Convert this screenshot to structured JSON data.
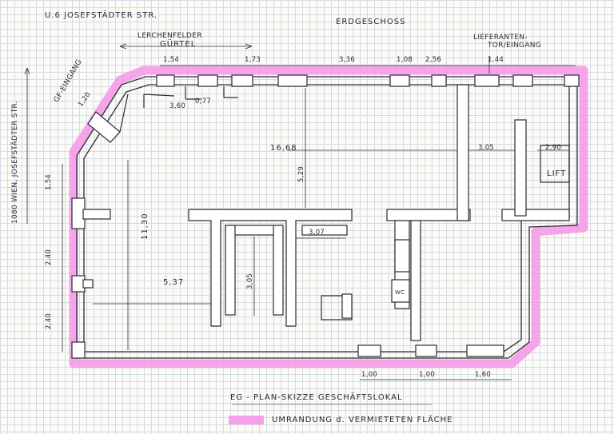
{
  "texts": {
    "street_top_left": "U.6 JOSEFSTÄDTER STR.",
    "street_lerchenfelder": "LERCHENFELDER",
    "street_guertel": "GÜRTEL",
    "floor_title": "ERDGESCHOSS",
    "lieferanten_line1": "LIEFERANTEN-",
    "lieferanten_line2": "TOR/EINGANG",
    "gf_eingang": "GF-EINGANG",
    "street_left": "1080 WIEN, JOSEFSTÄDTER STR.",
    "lift": "LIFT",
    "wc": "WC",
    "caption_title": "EG - PLAN-SKIZZE GESCHÄFTSLOKAL",
    "legend_label": "UMRANDUNG d. VERMIETETEN FLÄCHE"
  },
  "dimensions": {
    "top_1_54": "1,54",
    "top_1_73": "1,73",
    "top_3_36": "3,36",
    "top_1_08": "1,08",
    "top_2_56": "2,56",
    "top_1_44": "1,44",
    "d_1_20": "1,20",
    "d_3_60": "3,60",
    "d_0_77": "0,77",
    "d_16_68": "16,68",
    "d_5_29": "5,29",
    "d_3_05a": "3,05",
    "d_2_90": "2,90",
    "d_11_30": "11,30",
    "d_3_07": "3,07",
    "d_3_05b": "3,05",
    "d_5_37": "5,37",
    "left_1_54": "1,54",
    "left_2_40a": "2,40",
    "left_2_40b": "2,40",
    "bottom_1_00a": "1,00",
    "bottom_1_00b": "1,00",
    "bottom_1_60": "1,60"
  },
  "colors": {
    "highlight": "#f59be8",
    "ink": "#2c2c34",
    "wall_fill": "#ffffff",
    "grid": "#d6dbe2"
  }
}
